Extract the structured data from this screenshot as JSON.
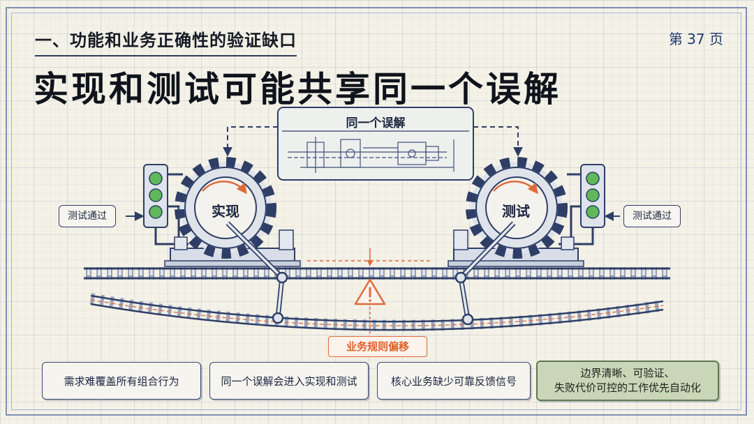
{
  "header": {
    "subtitle": "一、功能和业务正确性的验证缺口",
    "page_number": "第 37 页",
    "title": "实现和测试可能共享同一个误解"
  },
  "diagram": {
    "shared_misunderstanding": "同一个误解",
    "left_gear": "实现",
    "right_gear": "测试",
    "left_status": "测试通过",
    "right_status": "测试通过",
    "drift_label": "业务规则偏移",
    "colors": {
      "ink": "#2e3e66",
      "accent": "#e06a3a",
      "signal_green": "#5fb85a"
    }
  },
  "cards": [
    {
      "text": "需求难覆盖所有组合行为"
    },
    {
      "text": "同一个误解会进入实现和测试"
    },
    {
      "text": "核心业务缺少可靠反馈信号"
    },
    {
      "line1": "边界清晰、可验证、",
      "line2": "失败代价可控的工作优先自动化"
    }
  ]
}
